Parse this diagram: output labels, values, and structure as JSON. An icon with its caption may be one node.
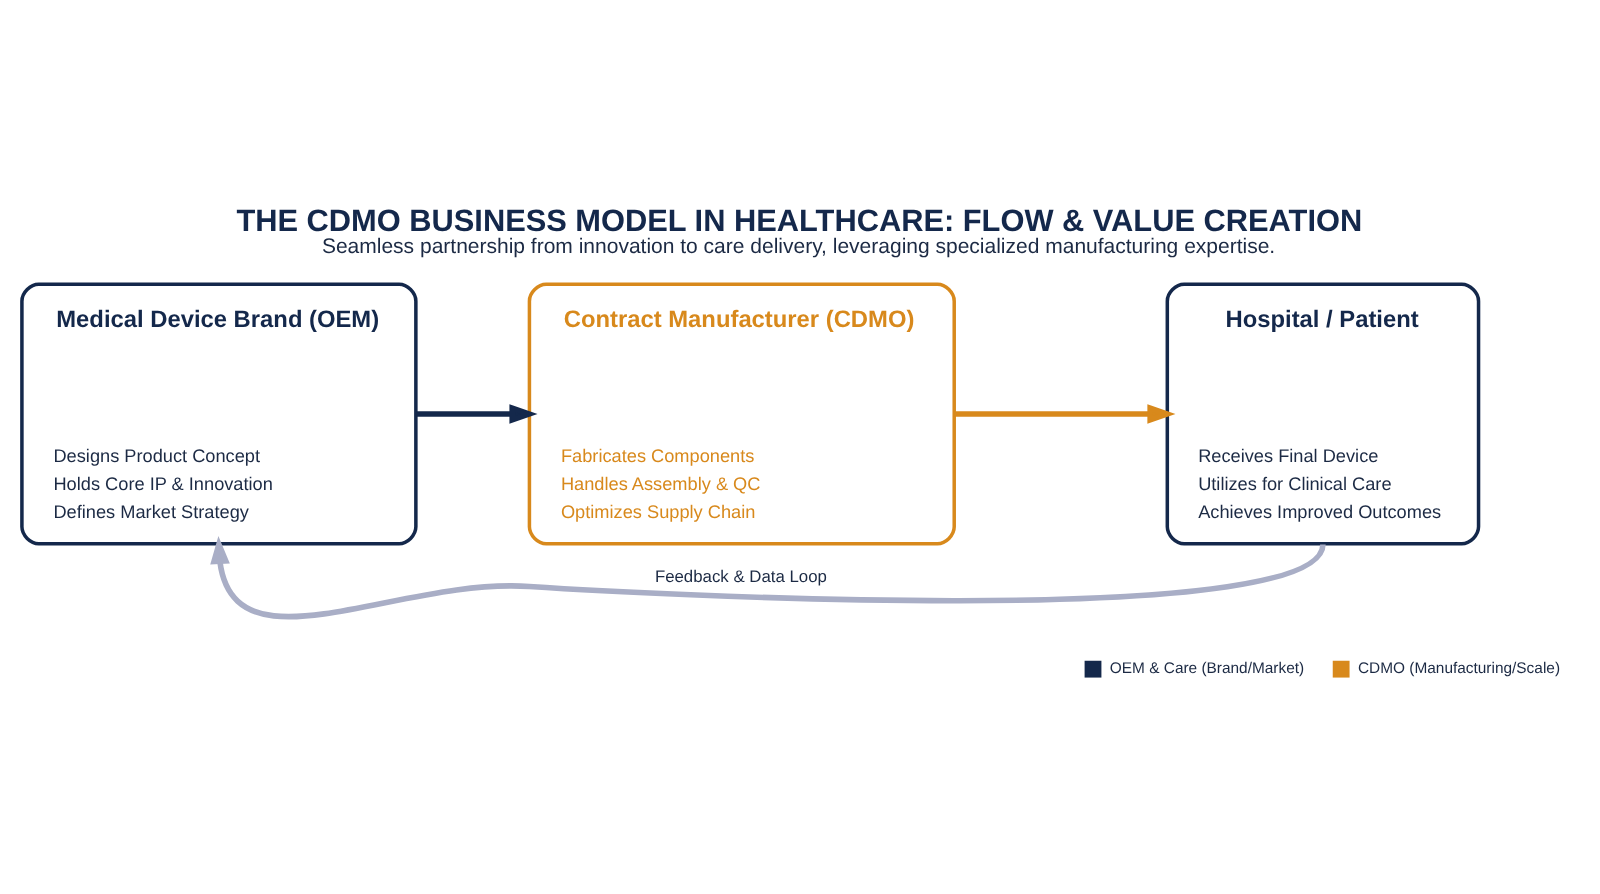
{
  "diagram": {
    "title": "THE CDMO BUSINESS MODEL IN HEALTHCARE: FLOW & VALUE CREATION",
    "caption": "Seamless partnership from innovation to care delivery, leveraging specialized manufacturing expertise.",
    "nodes": [
      {
        "text": [
          "Medical Device Brand (OEM)",
          "Designs Product Concept",
          "Holds Core IP & Innovation",
          "Defines Market Strategy"
        ]
      },
      {
        "text": [
          "Contract Manufacturer (CDMO)",
          "Fabricates Components",
          "Handles Assembly & QC",
          "Optimizes Supply Chain"
        ]
      },
      {
        "text": [
          "Hospital / Patient",
          "Receives Final Device",
          "Utilizes for Clinical Care",
          "Achieves Improved Outcomes"
        ]
      }
    ],
    "edges": [
      {
        "from": 0,
        "to": 1,
        "arrow": "to",
        "color": "#14284b"
      },
      {
        "from": 1,
        "to": 2,
        "arrow": "to",
        "color": "#d8891c"
      },
      {
        "from": 2,
        "to": 0,
        "arrow": "to",
        "label": "Feedback & Data Loop",
        "color": "#a9aec6"
      }
    ],
    "legend": [
      {
        "text": "OEM & Care (Brand/Market)",
        "color": "#14284b"
      },
      {
        "text": "CDMO (Manufacturing/Scale)",
        "color": "#d8891c"
      }
    ]
  }
}
